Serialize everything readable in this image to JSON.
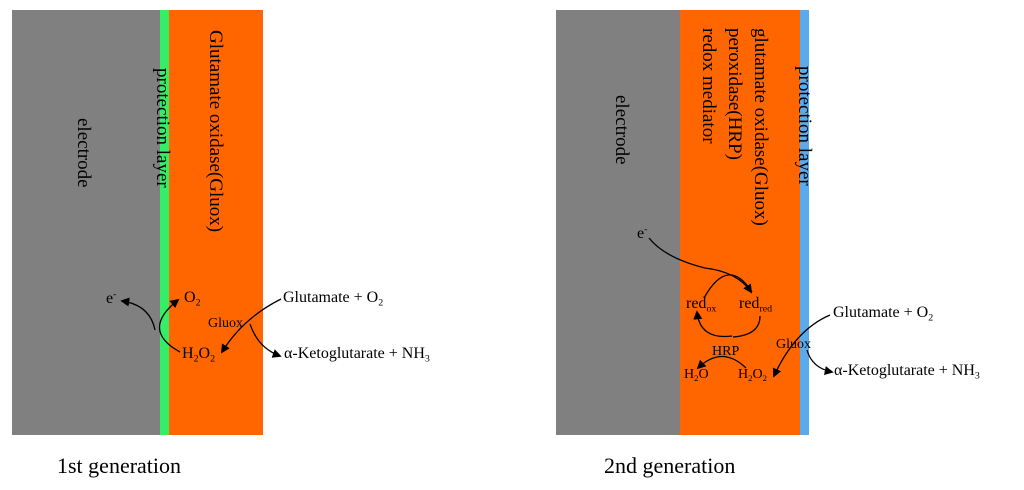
{
  "colors": {
    "electrode": "#808080",
    "enzyme": "#ff6600",
    "protection_green": "#33ee66",
    "protection_blue": "#5aaaee"
  },
  "gen1": {
    "caption": "1st generation",
    "electrode_label": "electrode",
    "protection_label": "protection layer",
    "enzyme_label": "Glutamate oxidase(Gluox)",
    "electron": "e",
    "electron_sup": "-",
    "o2": "O",
    "o2_sub": "2",
    "h2o2_a": "H",
    "h2o2_sub1": "2",
    "h2o2_b": "O",
    "h2o2_sub2": "2",
    "gluox": "Gluox",
    "reactant": "Glutamate + O",
    "reactant_sub": "2",
    "product": "α-Ketoglutarate + NH",
    "product_sub": "3"
  },
  "gen2": {
    "caption": "2nd generation",
    "electrode_label": "electrode",
    "enzyme_line1": "glutamate oxidase(Gluox)",
    "enzyme_line2": "peroxidase(HRP)",
    "enzyme_line3": "redox mediator",
    "protection_label": "protection layer",
    "electron": "e",
    "electron_sup": "-",
    "red_ox": "red",
    "red_ox_sub": "ox",
    "red_red": "red",
    "red_red_sub": "red",
    "hrp": "HRP",
    "h2o_a": "H",
    "h2o_sub": "2",
    "h2o_b": "O",
    "h2o2_a": "H",
    "h2o2_sub1": "2",
    "h2o2_b": "O",
    "h2o2_sub2": "2",
    "gluox": "Gluox",
    "reactant": "Glutamate + O",
    "reactant_sub": "2",
    "product": "α-Ketoglutarate + NH",
    "product_sub": "3"
  }
}
